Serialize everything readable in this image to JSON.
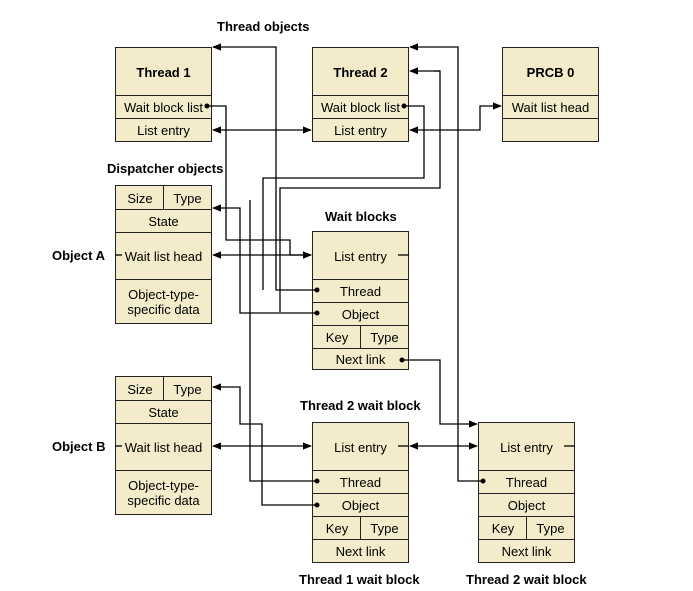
{
  "headings": {
    "thread_objects": "Thread objects",
    "dispatcher_objects": "Dispatcher objects",
    "wait_blocks": "Wait blocks",
    "thread2_wait_block_top": "Thread 2 wait block",
    "thread1_wait_block_bottom": "Thread 1 wait block",
    "thread2_wait_block_bottom": "Thread 2 wait block"
  },
  "thread1": {
    "title": "Thread 1",
    "wait_block_list": "Wait block list",
    "list_entry": "List entry"
  },
  "thread2": {
    "title": "Thread 2",
    "wait_block_list": "Wait block list",
    "list_entry": "List entry"
  },
  "prcb": {
    "title": "PRCB 0",
    "wait_list_head": "Wait list head",
    "empty_row": ""
  },
  "object_a": {
    "label": "Object A",
    "size": "Size",
    "type": "Type",
    "state": "State",
    "wait_list_head": "Wait list head",
    "specific_data": "Object-type-\nspecific data"
  },
  "object_b": {
    "label": "Object B",
    "size": "Size",
    "type": "Type",
    "state": "State",
    "wait_list_head": "Wait list head",
    "specific_data": "Object-type-\nspecific data"
  },
  "wait_block_1": {
    "list_entry": "List entry",
    "thread": "Thread",
    "object": "Object",
    "key": "Key",
    "type": "Type",
    "next_link": "Next link"
  },
  "wait_block_2": {
    "list_entry": "List entry",
    "thread": "Thread",
    "object": "Object",
    "key": "Key",
    "type": "Type",
    "next_link": "Next link"
  },
  "wait_block_3": {
    "list_entry": "List entry",
    "thread": "Thread",
    "object": "Object",
    "key": "Key",
    "type": "Type",
    "next_link": "Next link"
  }
}
